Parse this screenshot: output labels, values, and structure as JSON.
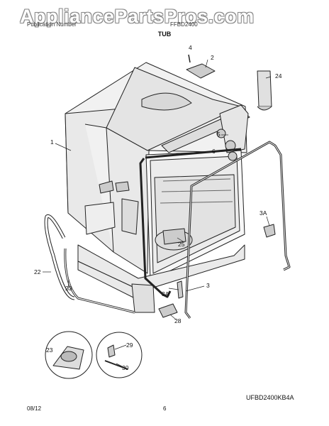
{
  "watermark": "AppliancePartsPros.com",
  "header": {
    "left": "Publication Number",
    "right": "FFBD2400"
  },
  "section_title": "TUB",
  "callouts": [
    "1",
    "2",
    "3",
    "3A",
    "3A",
    "4",
    "5",
    "6",
    "22",
    "23",
    "23",
    "24",
    "25",
    "28",
    "29",
    "30"
  ],
  "model_code": "UFBD2400KB4A",
  "footer": {
    "date": "08/12",
    "page": "6"
  }
}
